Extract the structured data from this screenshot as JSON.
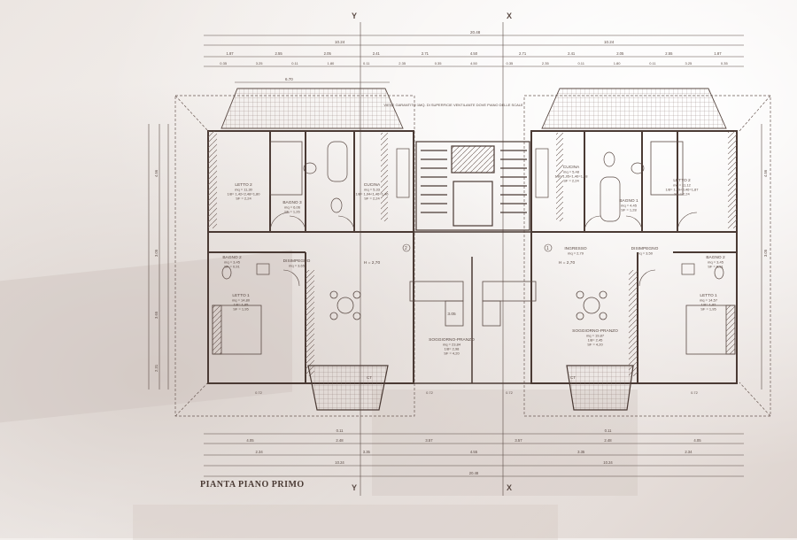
{
  "title": "PIANTA PIANO PRIMO",
  "axes": {
    "y": "Y",
    "x": "X"
  },
  "dimensions": {
    "top_total": "20.48",
    "top_halves": [
      "10.24",
      "10.24"
    ],
    "top_row3": [
      "1.87",
      "2.55",
      "2.05",
      "2.41",
      "2.71",
      "4.50",
      "2.71",
      "2.41",
      "2.05",
      "2.55",
      "1.87"
    ],
    "top_row4": [
      "0.35",
      "3.25",
      "0.11",
      "1.80",
      "0.11",
      "2.35",
      "0.35",
      "4.50",
      "0.35",
      "2.35",
      "0.11",
      "1.80",
      "0.11",
      "3.25",
      "0.35"
    ],
    "top_sub": "6.70",
    "bottom_rows": [
      [
        "0.11",
        "0.11"
      ],
      [
        "4.05",
        "2.48",
        "3.57",
        "3.57",
        "2.48",
        "4.05"
      ],
      [
        "2.34",
        "3.35",
        "4.55",
        "3.35",
        "2.34"
      ],
      [
        "10.24",
        "10.24"
      ],
      [
        "20.48"
      ]
    ],
    "side_left": [
      "4.56",
      "3.05",
      "3.65",
      "2.31"
    ],
    "side_right": [
      "4.56",
      "3.05"
    ]
  },
  "stair_note": "VIENE GARANTITO 1MQ. DI SUPERFICIE VENTILANTE DOVE PIANO DELLE SCALE",
  "rooms_left": [
    {
      "name": "LETTO 2",
      "info": "mq = 11,30",
      "rai": "1/8= 1,42<2,48=1,80",
      "sf": "SF = 2,24"
    },
    {
      "name": "BAGNO 3",
      "info": "mq = 6,06",
      "rai": "SF = 1,26"
    },
    {
      "name": "CUCINA",
      "info": "mq = 5,33",
      "rai": "1/8= 1,04<1,46=1,46",
      "sf": "SF = 2,24"
    },
    {
      "name": "BAGNO 2",
      "info": "mq = 3,45",
      "rai": "SF = 0,91"
    },
    {
      "name": "DISIMPEGNO",
      "info": "mq = 3,65",
      "rai": ""
    },
    {
      "name": "LETTO 1",
      "info": "mq = 14,80",
      "rai": "1/8= 1,85",
      "sf": "SF = 1,95"
    },
    {
      "name": "H = 2,70",
      "info": "",
      "rai": ""
    }
  ],
  "rooms_center": [
    {
      "name": "SOGGIORNO-PRANZO",
      "info": "mq = 23,84",
      "rai": "1/8= 2,98",
      "sf": "SF = 4,20"
    },
    {
      "name": "3.05",
      "info": "",
      "rai": ""
    }
  ],
  "rooms_right": [
    {
      "name": "CUCINA",
      "info": "mq = 5,48",
      "rai": "1/8= 1,05<1,46=1,58",
      "sf": "SF = 2,24"
    },
    {
      "name": "LETTO 2",
      "info": "mq = 11,12",
      "rai": "1/8= 1,39<0,46=1,87",
      "sf": "SF = 2,24"
    },
    {
      "name": "BAGNO 1",
      "info": "mq = 4,45",
      "rai": "SF = 1,28"
    },
    {
      "name": "INGRESSO",
      "info": "mq = 2,79",
      "rai": ""
    },
    {
      "name": "DISIMPEGNO",
      "info": "mq = 3,50",
      "rai": ""
    },
    {
      "name": "BAGNO 2",
      "info": "mq = 3,45",
      "rai": "SF = 0,91"
    },
    {
      "name": "SOGGIORNO-PRANZO",
      "info": "mq = 19,87",
      "rai": "1/8= 2,45",
      "sf": "SF = 4,20"
    },
    {
      "name": "LETTO 1",
      "info": "mq = 14,57",
      "rai": "1/8= 1,82",
      "sf": "SF = 1,95"
    },
    {
      "name": "H = 2,70",
      "info": "",
      "rai": ""
    }
  ],
  "markers": [
    "1",
    "2",
    "CT",
    "CT"
  ],
  "window_labels": [
    "0.72",
    "0.72",
    "0.72",
    "0.72"
  ],
  "colors": {
    "line": "#5a4a44",
    "roof": "#6b5a54",
    "paper": "#f3efec"
  }
}
